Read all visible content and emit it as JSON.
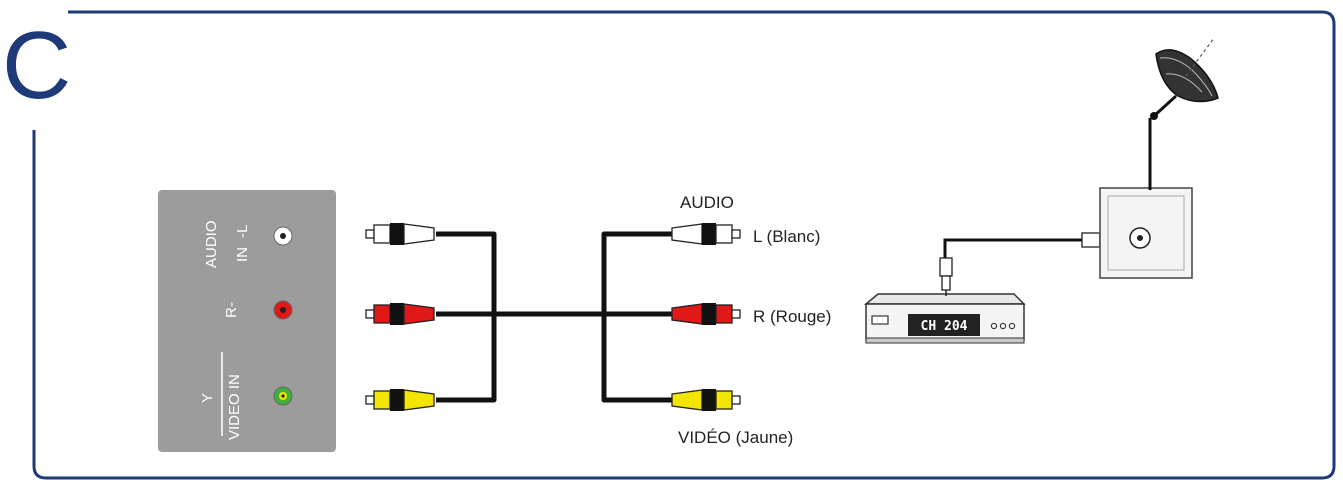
{
  "section": {
    "letter": "C"
  },
  "tv_panel": {
    "audio_in_label": "AUDIO",
    "audio_in_sub": "IN",
    "audio_left": "-L",
    "audio_right": "R-",
    "video_in_label": "VIDEO IN",
    "video_y": "Y"
  },
  "labels": {
    "audio": "AUDIO",
    "left_white": "L (Blanc)",
    "right_red": "R (Rouge)",
    "video_yellow": "VIDÉO (Jaune)"
  },
  "set_top_box": {
    "display": "CH 204"
  },
  "colors": {
    "frame": "#1e3a78",
    "panel": "#9c9c9c",
    "plug_white": "#f2f2f2",
    "plug_red": "#e01818",
    "plug_yellow": "#f2e600",
    "jack_green": "#3fb03a",
    "cable": "#111111"
  },
  "icons": [
    "satellite-dish-icon",
    "wall-outlet-icon",
    "set-top-box-icon"
  ]
}
